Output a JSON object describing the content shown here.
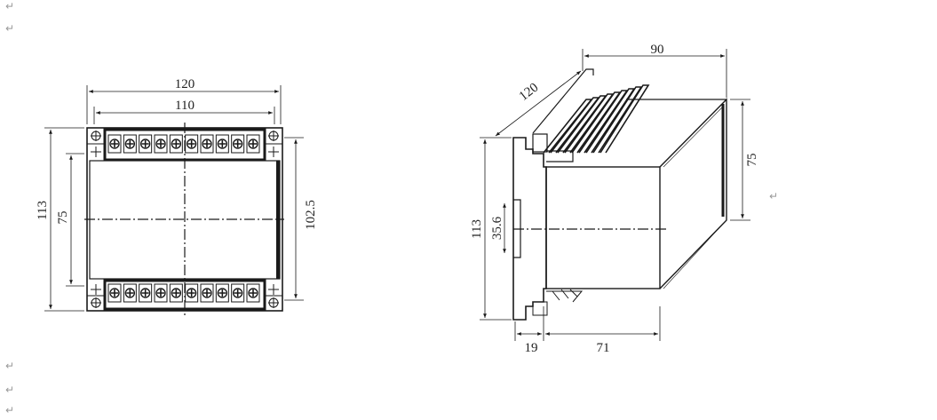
{
  "paragraph_mark": "↵",
  "front_view": {
    "width_outer": "120",
    "width_inner": "110",
    "height_outer": "113",
    "height_body": "75",
    "mount_spacing": "102.5",
    "terminal_count": 10
  },
  "side_view": {
    "width_diagonal": "120",
    "depth_total": "90",
    "face_height": "75",
    "height_total": "113",
    "din_rail": "35.6",
    "plate_depth": "19",
    "body_depth": "71"
  },
  "colors": {
    "line": "#1a1a1a"
  }
}
